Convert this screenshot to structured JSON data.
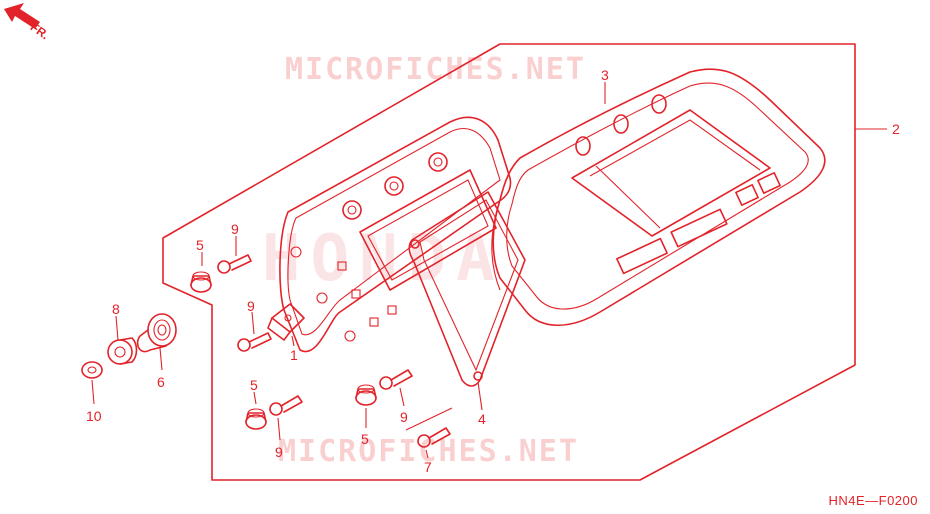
{
  "watermarks": {
    "top": "MICROFICHES.NET",
    "middle": "HONDA",
    "bottom": "MICROFICHES.NET"
  },
  "orientation": {
    "label": "FR.",
    "icon": "front-direction-arrow-icon"
  },
  "diagram_code": "HN4E—F0200",
  "callouts": {
    "c1": "1",
    "c2": "2",
    "c3": "3",
    "c4": "4",
    "c5a": "5",
    "c5b": "5",
    "c5c": "5",
    "c6": "6",
    "c7": "7",
    "c8": "8",
    "c9a": "9",
    "c9b": "9",
    "c9c": "9",
    "c9d": "9",
    "c10": "10"
  },
  "colors": {
    "ink": "#e2232a",
    "background": "#ffffff"
  }
}
